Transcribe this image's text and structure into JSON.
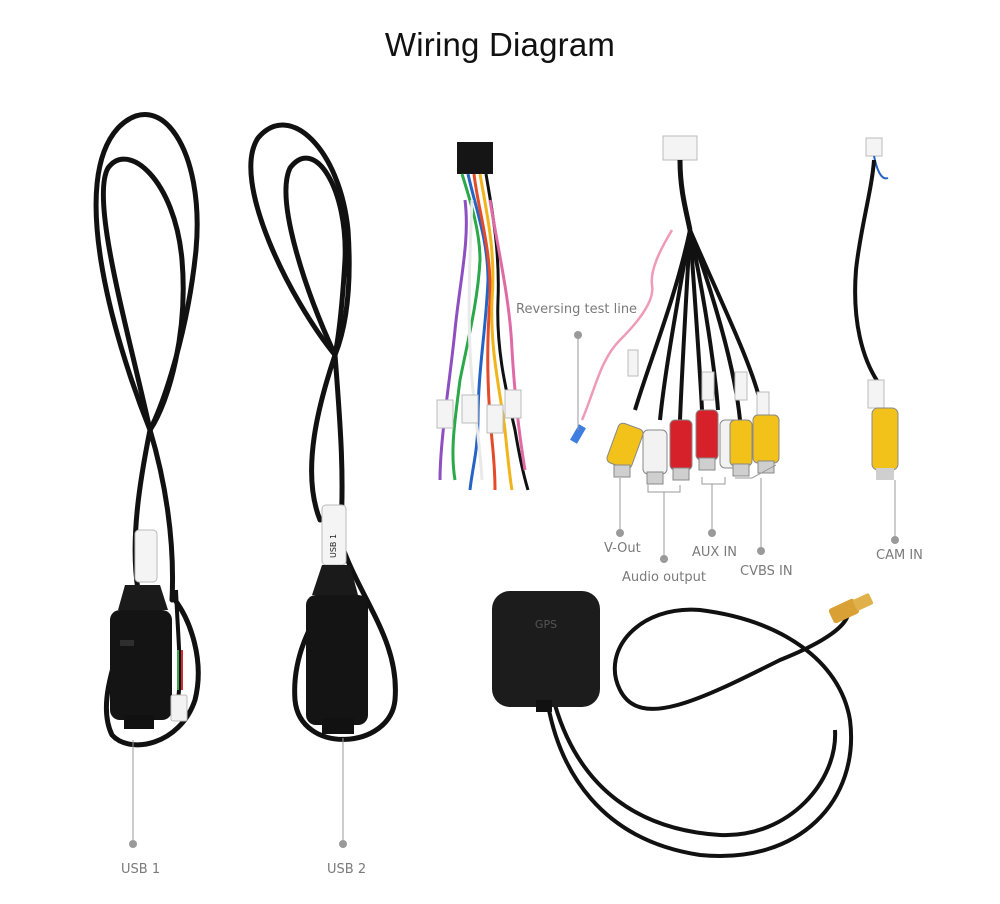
{
  "title": "Wiring Diagram",
  "colors": {
    "background": "#ffffff",
    "cable": "#111111",
    "callout_line": "#9a9a9a",
    "callout_dot": "#9a9a9a",
    "label_text": "#7a7a7a",
    "rca_yellow": "#f2c21b",
    "rca_red": "#d6202a",
    "rca_white": "#f2f2f2",
    "gps_connector": "#d8a035"
  },
  "items": {
    "usb1": "USB 1",
    "usb2": "USB 2",
    "harness_tag_usb": "USB 1",
    "reversing_test_line": "Reversing test line",
    "v_out": "V-Out",
    "audio_output": "Audio output",
    "aux_in": "AUX IN",
    "cvbs_in": "CVBS IN",
    "cam_in": "CAM IN",
    "gps_logo": "GPS"
  }
}
